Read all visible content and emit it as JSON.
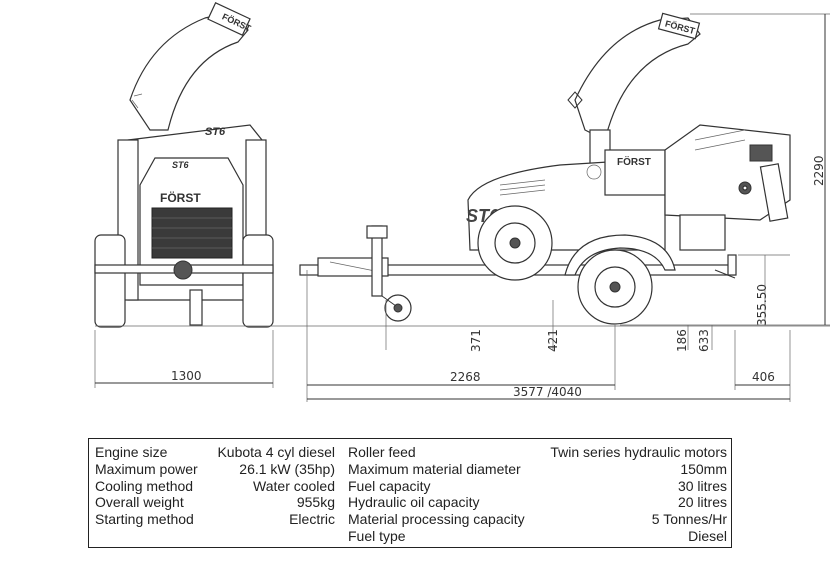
{
  "brand": {
    "logo_text": "FÖRST",
    "model_badge": "ST6"
  },
  "dimensions": {
    "front_width": "1300",
    "wheelbase": "2268",
    "overall_length": "3577 /4040",
    "rear_overhang": "406",
    "height": "2290",
    "jockey_height": "371",
    "drawbar_height": "421",
    "axle_height": "186",
    "tyre_height": "633",
    "hopper_height": "355.50"
  },
  "specs": {
    "left": [
      {
        "label": "Engine size",
        "value": "Kubota 4 cyl diesel"
      },
      {
        "label": "Maximum power",
        "value": "26.1 kW (35hp)"
      },
      {
        "label": "Cooling method",
        "value": "Water cooled"
      },
      {
        "label": "Overall weight",
        "value": "955kg"
      },
      {
        "label": "Starting method",
        "value": "Electric"
      }
    ],
    "right": [
      {
        "label": "Roller feed",
        "value": "Twin series hydraulic motors"
      },
      {
        "label": "Maximum material diameter",
        "value": "150mm"
      },
      {
        "label": "Fuel capacity",
        "value": "30 litres"
      },
      {
        "label": "Hydraulic oil capacity",
        "value": "20 litres"
      },
      {
        "label": "Material processing capacity",
        "value": "5 Tonnes/Hr"
      },
      {
        "label": "Fuel type",
        "value": "Diesel"
      }
    ]
  }
}
